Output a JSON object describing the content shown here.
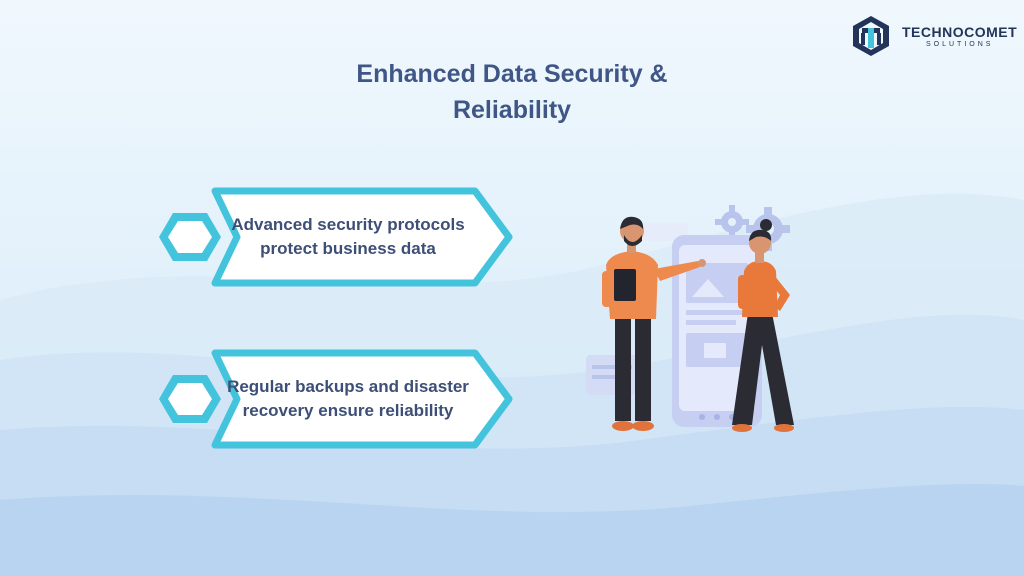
{
  "brand": {
    "name": "TECHNOCOMET",
    "tagline": "SOLUTIONS",
    "accent": "#44c4dc",
    "title_color": "#3f5686"
  },
  "title": {
    "line1": "Enhanced Data Security &",
    "line2": "Reliability"
  },
  "cards": [
    {
      "text": "Advanced security protocols protect business data"
    },
    {
      "text": "Regular backups and disaster recovery ensure reliability"
    }
  ],
  "illustration": {
    "icons": [
      "gear-icon",
      "tablet-icon",
      "smartphone-icon",
      "folder-icon"
    ]
  }
}
